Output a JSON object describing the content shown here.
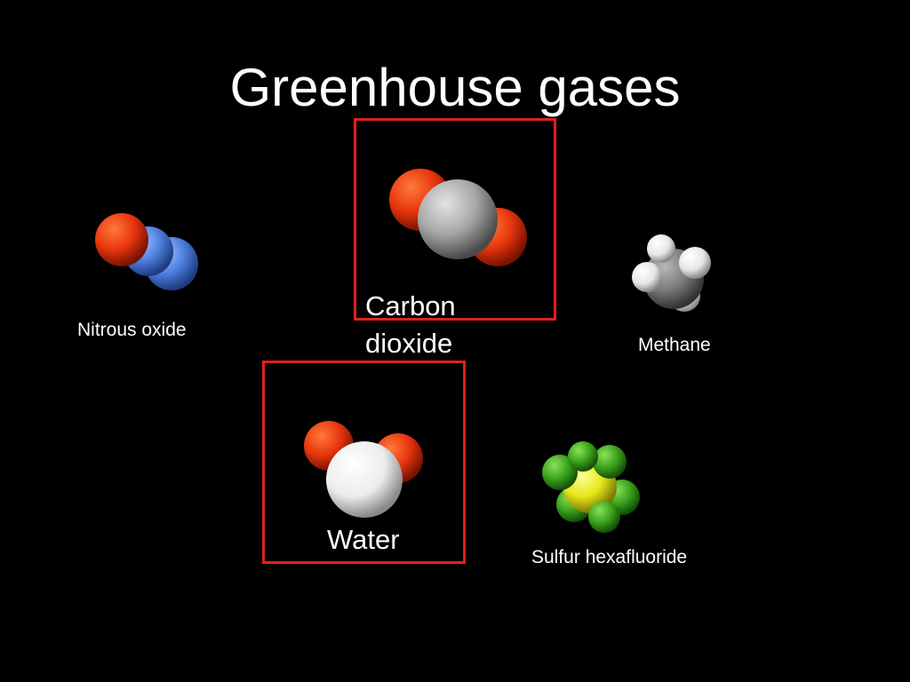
{
  "slide": {
    "title": "Greenhouse gases",
    "molecules": {
      "nitrous_oxide": {
        "label": "Nitrous oxide",
        "icon": "nitrous-oxide-molecule-icon",
        "highlighted": false
      },
      "carbon_dioxide": {
        "label": "Carbon dioxide",
        "icon": "carbon-dioxide-molecule-icon",
        "highlighted": true
      },
      "methane": {
        "label": "Methane",
        "icon": "methane-molecule-icon",
        "highlighted": false
      },
      "water": {
        "label": "Water",
        "icon": "water-molecule-icon",
        "highlighted": true
      },
      "sulfur_hexafluoride": {
        "label": "Sulfur hexafluoride",
        "icon": "sulfur-hexafluoride-molecule-icon",
        "highlighted": false
      }
    }
  },
  "colors": {
    "background": "#000000",
    "text": "#ffffff",
    "highlight_border": "#e0201c",
    "oxygen": "#e8360e",
    "nitrogen": "#4f7fe0",
    "carbon": "#8e8e8e",
    "hydrogen": "#f2f2f2",
    "sulfur": "#e6e61a",
    "fluorine": "#3aa31c"
  }
}
